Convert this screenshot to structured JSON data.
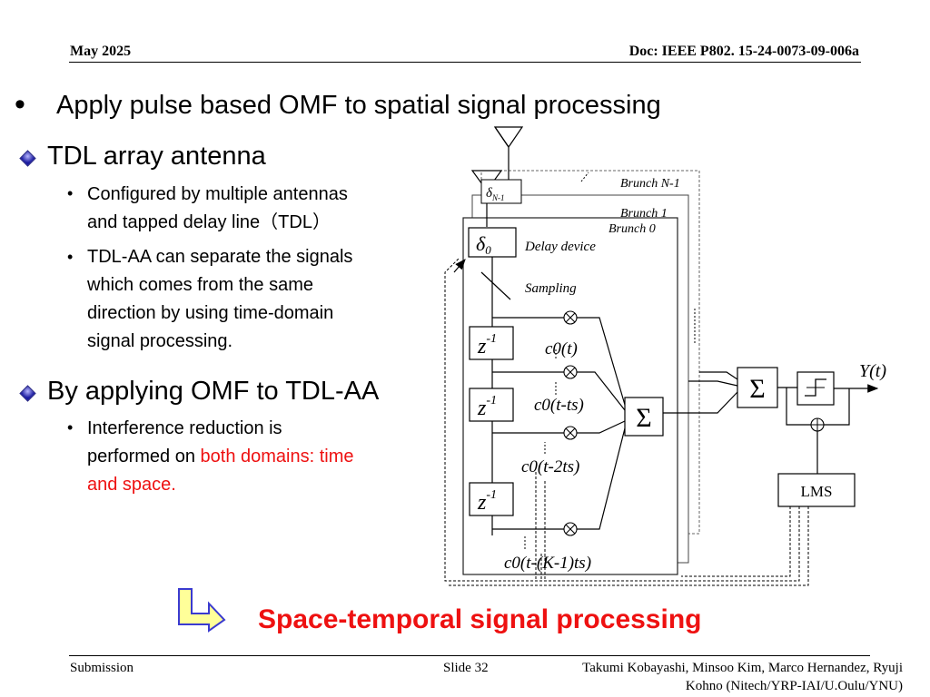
{
  "header": {
    "date": "May 2025",
    "doc": "Doc: IEEE P802. 15-24-0073-09-006a"
  },
  "title": "Apply pulse based OMF to spatial signal processing",
  "sections": [
    {
      "heading": "TDL array antenna",
      "bullets": [
        [
          "Configured by multiple antennas",
          "and tapped delay line（TDL）"
        ],
        [
          "TDL-AA  can separate the signals",
          "which comes from the same",
          "direction by using time-domain",
          "signal processing."
        ]
      ]
    },
    {
      "heading": "By applying OMF to TDL-AA",
      "bullets": [
        [
          "Interference reduction is",
          "performed on "
        ]
      ],
      "red_part_1": "both domains: time",
      "red_part_2": "and space."
    }
  ],
  "diagram": {
    "branch_n1": "Brunch N-1",
    "branch_1": "Brunch 1",
    "branch_0": "Brunch 0",
    "delay_label": "Delay device",
    "sampling_label": "Sampling",
    "delta0": "δ",
    "delta0_sub": "0",
    "deltaN": "δ",
    "deltaN_sub": "N-1",
    "z": "z",
    "z_exp": "-1",
    "coef": [
      "c0(t)",
      "c0(t-ts)",
      "c0(t-2ts)",
      "c0(t-(K-1)ts)"
    ],
    "sum": "Σ",
    "output": "Y(t)",
    "lms": "LMS"
  },
  "bottom_title": "Space-temporal signal processing",
  "footer": {
    "left": "Submission",
    "center": "Slide 32",
    "right_1": "Takumi Kobayashi, Minsoo Kim, Marco Hernandez, Ryuji",
    "right_2": "Kohno (Nitech/YRP-IAI/U.Oulu/YNU)"
  },
  "colors": {
    "accent_red": "#ee1111",
    "bullet_blue": "#1a1aa0",
    "arrow_fill": "#ffff99"
  }
}
